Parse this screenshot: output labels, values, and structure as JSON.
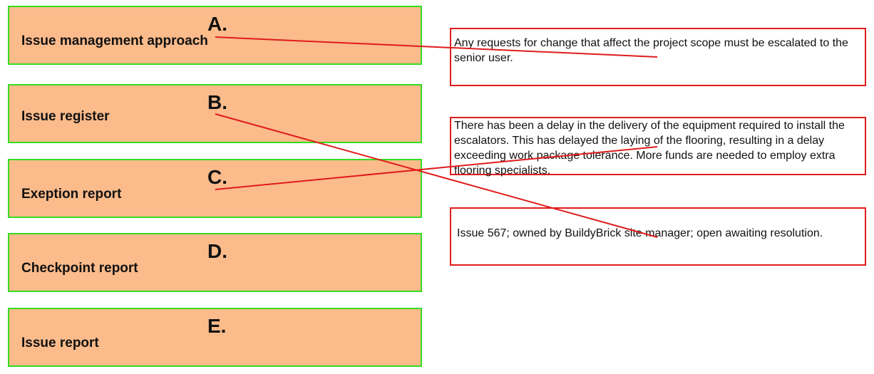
{
  "options": [
    {
      "letter": "A.",
      "label": "Issue management approach"
    },
    {
      "letter": "B.",
      "label": "Issue register"
    },
    {
      "letter": "C.",
      "label": "Exeption report"
    },
    {
      "letter": "D.",
      "label": "Checkpoint report"
    },
    {
      "letter": "E.",
      "label": "Issue report"
    }
  ],
  "descriptions": [
    {
      "text": "Any requests for change that affect the project scope must be escalated to the senior user."
    },
    {
      "text": "There has been a delay in the delivery of the equipment required to install the escalators. This has delayed the laying of the flooring, resulting in a delay exceeding work package tolerance. More funds are needed to employ extra flooring specialists."
    },
    {
      "text": "Issue 567; owned by BuildyBrick site manager; open awaiting resolution."
    }
  ],
  "matches": [
    {
      "option": "A.",
      "description": 1
    },
    {
      "option": "B.",
      "description": 3
    },
    {
      "option": "C.",
      "description": 2
    }
  ],
  "colors": {
    "option_fill": "#fbbb8b",
    "option_border": "#33dd22",
    "description_border": "#e01b1b",
    "connector": "#e01b1b"
  }
}
